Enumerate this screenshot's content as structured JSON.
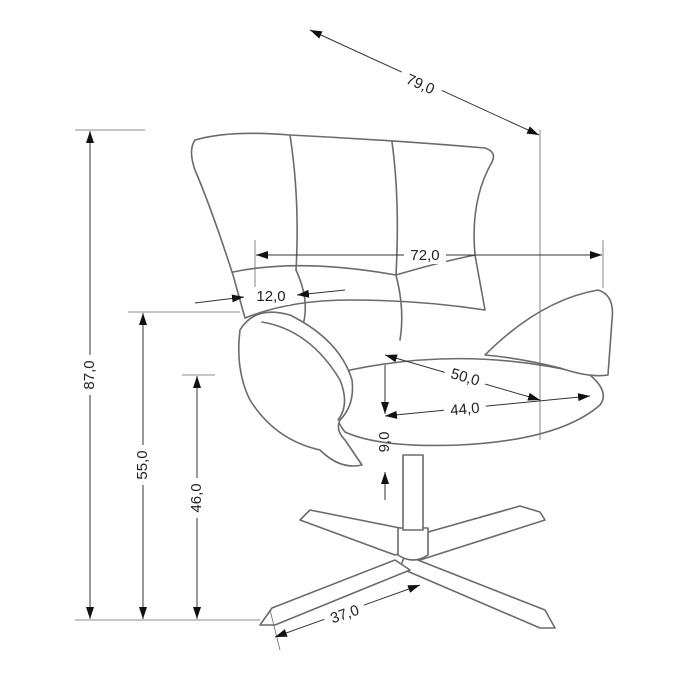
{
  "title": "Swivel armchair dimensions",
  "dimensions": {
    "overall_depth": "79,0",
    "inner_width": "72,0",
    "armrest_width": "12,0",
    "seat_width": "50,0",
    "seat_depth": "44,0",
    "seat_thickness": "9,0",
    "total_height": "87,0",
    "armrest_height": "55,0",
    "seat_height": "46,0",
    "base_width": "37,0"
  },
  "colors": {
    "line": "#6b6b6b",
    "dimension": "#333333"
  }
}
